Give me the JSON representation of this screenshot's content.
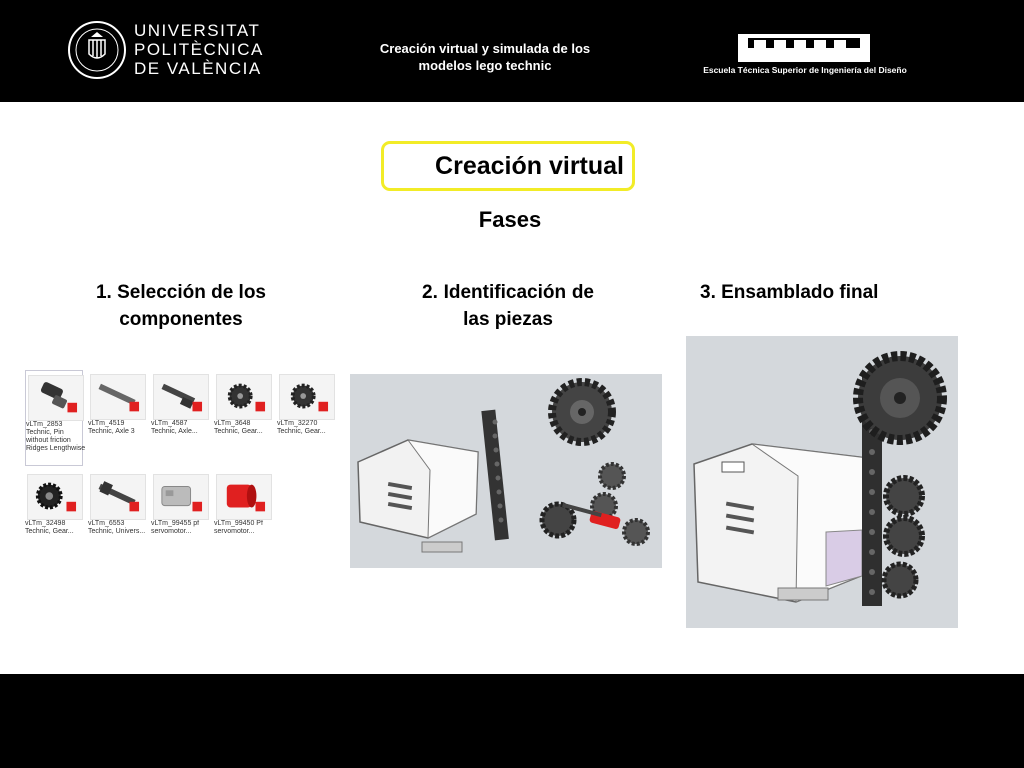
{
  "header": {
    "university_lines": [
      "UNIVERSITAT",
      "POLITÈCNICA",
      "DE VALÈNCIA"
    ],
    "title_lines": [
      "Creación virtual y simulada de los",
      "modelos lego technic"
    ],
    "school_name": "Escuela Técnica Superior de Ingeniería del Diseño"
  },
  "slide": {
    "title": "Creación virtual",
    "subtitle": "Fases",
    "phases": [
      {
        "label": "1. Selección de los componentes"
      },
      {
        "label": "2. Identificación de las piezas"
      },
      {
        "label": "3. Ensamblado final"
      }
    ]
  },
  "parts": [
    {
      "label": "vLTm_2853 Technic, Pin without friction Ridges Lengthwise",
      "icon": "technic-pin-icon"
    },
    {
      "label": "vLTm_4519 Technic, Axle 3",
      "icon": "technic-axle-icon"
    },
    {
      "label": "vLTm_4587 Technic, Axle...",
      "icon": "technic-axle-icon"
    },
    {
      "label": "vLTm_3648 Technic, Gear...",
      "icon": "gear-icon"
    },
    {
      "label": "vLTm_32270 Technic, Gear...",
      "icon": "gear-icon"
    },
    {
      "label": "vLTm_32498 Technic, Gear...",
      "icon": "gear-icon"
    },
    {
      "label": "vLTm_6553 Technic, Univers...",
      "icon": "technic-axle-icon"
    },
    {
      "label": "vLTm_99455 pf servomotor...",
      "icon": "servo-motor-icon"
    },
    {
      "label": "vLTm_99450 Pf servomotor...",
      "icon": "servo-motor-icon"
    }
  ],
  "colors": {
    "header_bg": "#000000",
    "title_border": "#f2ec27",
    "panel_bg": "#d4d8dc",
    "accent_red": "#e02020"
  }
}
